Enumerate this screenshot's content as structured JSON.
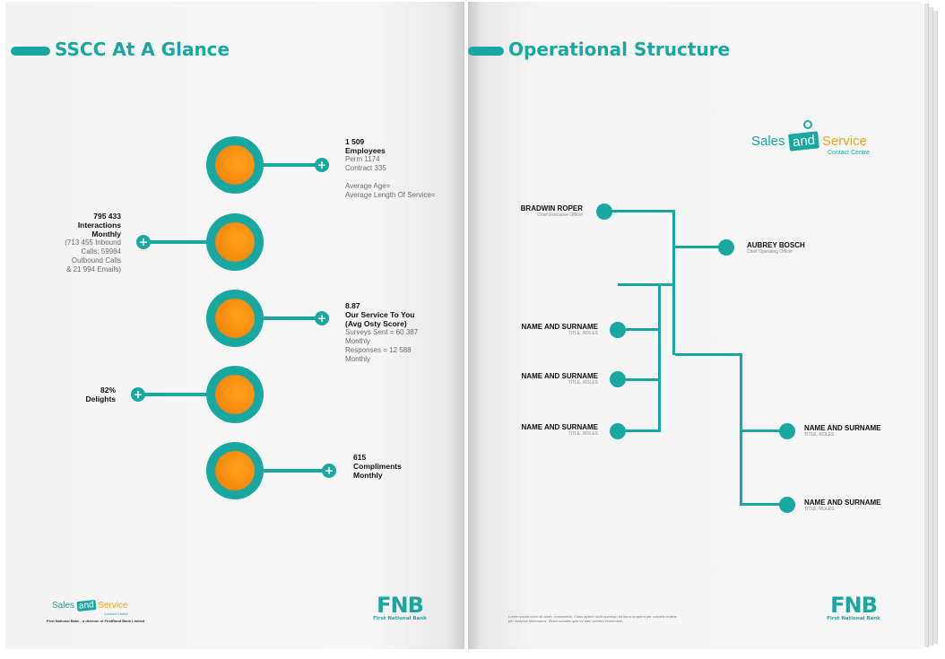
{
  "left_page": {
    "title": "SSCC At A Glance",
    "accent_color": "#19a7a2",
    "bubble_color": "#f88b0c",
    "plus_icon": "+",
    "stats": [
      {
        "headline": "1 509",
        "label": "Employees",
        "details": [
          "Perm 1174",
          "Contract 335",
          "",
          "Average Age=",
          "Average Length Of Service="
        ]
      },
      {
        "headline": "795 433",
        "label": "Interactions",
        "label2": "Monthly",
        "details": [
          "(713 455 Inbound",
          "Calls; 59984",
          "Outbound Calls",
          "& 21 994 Emails)"
        ]
      },
      {
        "headline": "8.87",
        "label": "Our Service To You",
        "label2": "(Avg Osty Score)",
        "details": [
          "Surveys Sent = 60 387",
          "Monthly",
          "Responses = 12 588",
          "Monthly"
        ]
      },
      {
        "headline": "82%",
        "label": "Delights",
        "details": []
      },
      {
        "headline": "615",
        "label": "Compliments",
        "label2": "Monthly",
        "details": []
      }
    ],
    "footer_logo": {
      "word1": "Sales",
      "word2": "and",
      "word3": "Service",
      "sub": "Contact Centre",
      "tagline": "First National Bank - a division of FirstRand Bank Limited"
    },
    "fnb": {
      "big": "FNB",
      "small": "First National Bank"
    }
  },
  "right_page": {
    "title": "Operational Structure",
    "logo": {
      "word1": "Sales",
      "word2": "and",
      "word3": "Service",
      "sub": "Contact Centre"
    },
    "people": [
      {
        "name": "BRADWIN ROPER",
        "role": "Chief Executive Officer"
      },
      {
        "name": "AUBREY BOSCH",
        "role": "Chief Operating Officer"
      },
      {
        "name": "NAME AND SURNAME",
        "role": "TITLE, ROLES"
      },
      {
        "name": "NAME AND SURNAME",
        "role": "TITLE, ROLES"
      },
      {
        "name": "NAME AND SURNAME",
        "role": "TITLE, ROLES"
      },
      {
        "name": "NAME AND SURNAME",
        "role": "TITLE, ROLES"
      },
      {
        "name": "NAME AND SURNAME",
        "role": "TITLE, ROLES"
      }
    ],
    "footnote": [
      "Lorem ipsum dolor sit amet, consectetur. Class aptent taciti sociosqu ad litora torquent per conubia nostra,",
      "per inceptos himenaeos. Etiam sodales quis ex nam porttitor fermentum."
    ],
    "fnb": {
      "big": "FNB",
      "small": "First National Bank"
    }
  }
}
